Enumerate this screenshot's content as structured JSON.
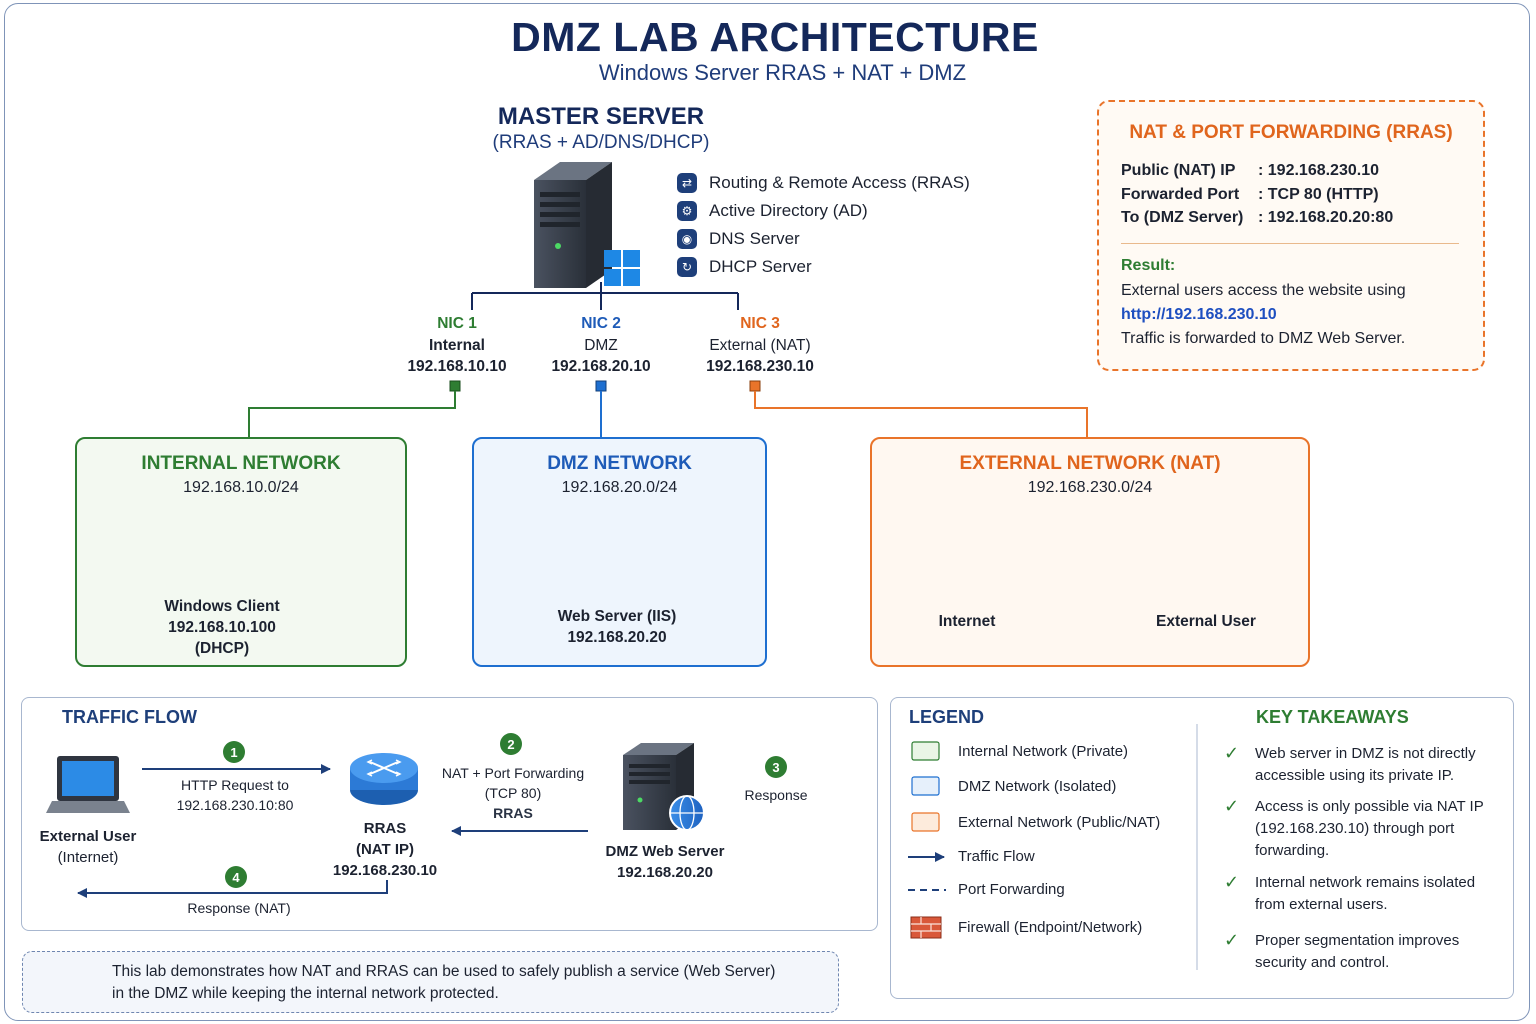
{
  "header": {
    "title": "DMZ LAB ARCHITECTURE",
    "subtitle": "Windows Server RRAS + NAT + DMZ"
  },
  "master": {
    "title": "MASTER SERVER",
    "subtitle": "(RRAS + AD/DNS/DHCP)",
    "roles": [
      "Routing & Remote Access (RRAS)",
      "Active Directory (AD)",
      "DNS Server",
      "DHCP Server"
    ],
    "nics": [
      {
        "id": "NIC 1",
        "name": "Internal",
        "ip": "192.168.10.10",
        "color": "#2e7d32"
      },
      {
        "id": "NIC 2",
        "name": "DMZ",
        "ip": "192.168.20.10",
        "color": "#1e6fd0"
      },
      {
        "id": "NIC 3",
        "name": "External (NAT)",
        "ip": "192.168.230.10",
        "color": "#e0651d"
      }
    ]
  },
  "networks": {
    "internal": {
      "title": "INTERNAL NETWORK",
      "cidr": "192.168.10.0/24",
      "device_name": "Windows Client",
      "device_ip": "192.168.10.100",
      "device_note": "(DHCP)",
      "color": "#2e7d32"
    },
    "dmz": {
      "title": "DMZ NETWORK",
      "cidr": "192.168.20.0/24",
      "device_name": "Web Server (IIS)",
      "device_ip": "192.168.20.20",
      "color": "#1e5bb8"
    },
    "external": {
      "title": "EXTERNAL NETWORK (NAT)",
      "cidr": "192.168.230.0/24",
      "internet_label": "Internet",
      "user_label": "External User",
      "color": "#e0651d"
    }
  },
  "nat": {
    "title": "NAT & PORT FORWARDING (RRAS)",
    "rows": [
      {
        "key": "Public (NAT) IP",
        "value": ": 192.168.230.10"
      },
      {
        "key": "Forwarded Port",
        "value": ": TCP 80 (HTTP)"
      },
      {
        "key": "To  (DMZ Server)",
        "value": ": 192.168.20.20:80"
      }
    ],
    "result_label": "Result:",
    "result_line1": "External users access the website using",
    "result_link": "http://192.168.230.10",
    "result_line2": "Traffic is forwarded to DMZ Web Server."
  },
  "flow": {
    "title": "TRAFFIC FLOW",
    "external_user": "External User",
    "external_user_sub": "(Internet)",
    "step1": "1",
    "step1_line1": "HTTP Request to",
    "step1_line2": "192.168.230.10:80",
    "step2": "2",
    "step2_line1": "NAT + Port Forwarding",
    "step2_line2": "(TCP 80)",
    "step2_line3": "RRAS",
    "step3": "3",
    "step3_label": "Response",
    "step4": "4",
    "step4_label": "Response (NAT)",
    "router_name": "RRAS",
    "router_sub": "(NAT IP)",
    "router_ip": "192.168.230.10",
    "server_name": "DMZ Web Server",
    "server_ip": "192.168.20.20"
  },
  "legend": {
    "title": "LEGEND",
    "items": [
      "Internal Network (Private)",
      "DMZ Network (Isolated)",
      "External Network (Public/NAT)",
      "Traffic Flow",
      "Port Forwarding",
      "Firewall (Endpoint/Network)"
    ]
  },
  "takeaways": {
    "title": "KEY TAKEAWAYS",
    "items": [
      [
        "Web server in DMZ is not directly",
        "accessible using its private IP."
      ],
      [
        "Access is only possible via NAT IP",
        "(192.168.230.10) through port",
        "forwarding."
      ],
      [
        "Internal network remains isolated",
        "from external users."
      ],
      [
        "Proper segmentation improves",
        "security and control."
      ]
    ]
  },
  "note": {
    "line1": "This lab demonstrates how NAT and RRAS can be used to safely publish a service (Web Server)",
    "line2": "in the DMZ while keeping the internal network protected."
  }
}
